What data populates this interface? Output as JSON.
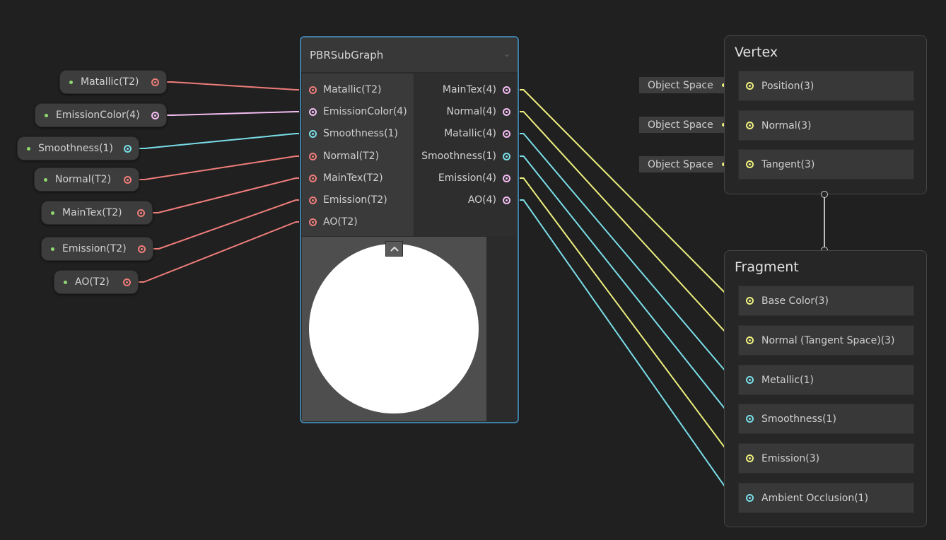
{
  "property_nodes": [
    {
      "label": "Matallic(T2)",
      "port_color": "red"
    },
    {
      "label": "EmissionColor(4)",
      "port_color": "pink"
    },
    {
      "label": "Smoothness(1)",
      "port_color": "cyan"
    },
    {
      "label": "Normal(T2)",
      "port_color": "red"
    },
    {
      "label": "MainTex(T2)",
      "port_color": "red"
    },
    {
      "label": "Emission(T2)",
      "port_color": "red"
    },
    {
      "label": "AO(T2)",
      "port_color": "red"
    }
  ],
  "subgraph": {
    "title": "PBRSubGraph",
    "inputs": [
      {
        "label": "Matallic(T2)",
        "port_color": "red"
      },
      {
        "label": "EmissionColor(4)",
        "port_color": "pink"
      },
      {
        "label": "Smoothness(1)",
        "port_color": "cyan"
      },
      {
        "label": "Normal(T2)",
        "port_color": "red"
      },
      {
        "label": "MainTex(T2)",
        "port_color": "red"
      },
      {
        "label": "Emission(T2)",
        "port_color": "red"
      },
      {
        "label": "AO(T2)",
        "port_color": "red"
      }
    ],
    "outputs": [
      {
        "label": "MainTex(4)",
        "port_color": "pink"
      },
      {
        "label": "Normal(4)",
        "port_color": "pink"
      },
      {
        "label": "Matallic(4)",
        "port_color": "pink"
      },
      {
        "label": "Smoothness(1)",
        "port_color": "cyan"
      },
      {
        "label": "Emission(4)",
        "port_color": "pink"
      },
      {
        "label": "AO(4)",
        "port_color": "pink"
      }
    ]
  },
  "vertex": {
    "title": "Vertex",
    "blocks": [
      {
        "label": "Position(3)",
        "port_color": "yellow",
        "space": "Object Space"
      },
      {
        "label": "Normal(3)",
        "port_color": "yellow",
        "space": "Object Space"
      },
      {
        "label": "Tangent(3)",
        "port_color": "yellow",
        "space": "Object Space"
      }
    ]
  },
  "fragment": {
    "title": "Fragment",
    "blocks": [
      {
        "label": "Base Color(3)",
        "port_color": "yellow"
      },
      {
        "label": "Normal (Tangent Space)(3)",
        "port_color": "yellow"
      },
      {
        "label": "Metallic(1)",
        "port_color": "cyan"
      },
      {
        "label": "Smoothness(1)",
        "port_color": "cyan"
      },
      {
        "label": "Emission(3)",
        "port_color": "yellow"
      },
      {
        "label": "Ambient Occlusion(1)",
        "port_color": "cyan"
      }
    ]
  },
  "colors": {
    "background": "#202020",
    "red": "#ef7d7a",
    "pink": "#f3bdf2",
    "cyan": "#7adee8",
    "yellow": "#eef07e",
    "selection_border": "#3f7fa6"
  },
  "connections": [
    {
      "from": "property:Matallic(T2)",
      "to": "subgraph:Matallic(T2)",
      "color": "red"
    },
    {
      "from": "property:EmissionColor(4)",
      "to": "subgraph:EmissionColor(4)",
      "color": "pink"
    },
    {
      "from": "property:Smoothness(1)",
      "to": "subgraph:Smoothness(1)",
      "color": "cyan"
    },
    {
      "from": "property:Normal(T2)",
      "to": "subgraph:Normal(T2)",
      "color": "red"
    },
    {
      "from": "property:MainTex(T2)",
      "to": "subgraph:MainTex(T2)",
      "color": "red"
    },
    {
      "from": "property:Emission(T2)",
      "to": "subgraph:Emission(T2)",
      "color": "red"
    },
    {
      "from": "property:AO(T2)",
      "to": "subgraph:AO(T2)",
      "color": "red"
    },
    {
      "from": "subgraph:MainTex(4)",
      "to": "fragment:Base Color(3)",
      "color": "yellow"
    },
    {
      "from": "subgraph:Normal(4)",
      "to": "fragment:Normal (Tangent Space)(3)",
      "color": "yellow"
    },
    {
      "from": "subgraph:Matallic(4)",
      "to": "fragment:Metallic(1)",
      "color": "cyan"
    },
    {
      "from": "subgraph:Smoothness(1)",
      "to": "fragment:Smoothness(1)",
      "color": "cyan"
    },
    {
      "from": "subgraph:Emission(4)",
      "to": "fragment:Emission(3)",
      "color": "yellow"
    },
    {
      "from": "subgraph:AO(4)",
      "to": "fragment:Ambient Occlusion(1)",
      "color": "cyan"
    }
  ]
}
